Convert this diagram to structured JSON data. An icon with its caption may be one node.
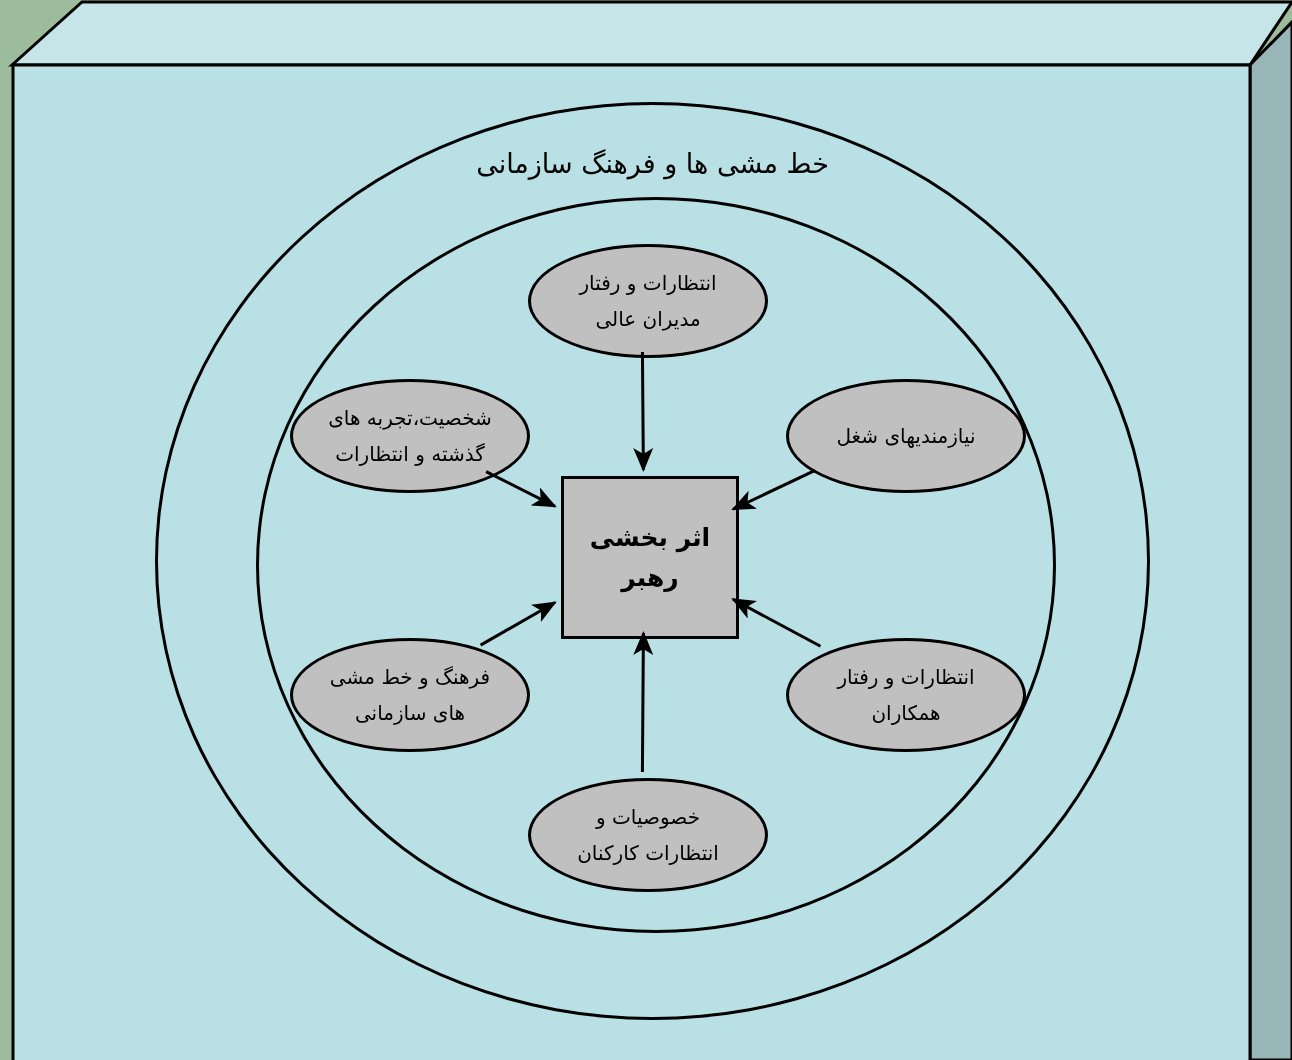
{
  "diagram": {
    "nodes": [
      {
        "text": [],
        "shape": "box"
      },
      {
        "text": [
          "خط مشی ها و فرهنگ سازمانی"
        ],
        "in": 0
      },
      {
        "text": [],
        "shape": "circle",
        "in": 1
      },
      {
        "text": [
          "اثر بخشی رهبر"
        ],
        "in": 2
      },
      {
        "text": [
          "انتظارات و رفتار مدیران عالی"
        ],
        "in": 2
      },
      {
        "text": [
          "نیازمندیهای شغل"
        ],
        "in": 2
      },
      {
        "text": [
          "شخصیت،تجربه های گذشته و انتظارات"
        ],
        "in": 2
      },
      {
        "text": [
          "انتظارات و رفتار همکاران"
        ],
        "in": 2
      },
      {
        "text": [
          "فرهنگ و خط مشی های سازمانی"
        ],
        "in": 2
      },
      {
        "text": [
          "خصوصیات و انتظارات کارکنان"
        ],
        "in": 2
      }
    ],
    "edges": [
      {
        "from": 4,
        "to": 3,
        "arrow": "to"
      },
      {
        "from": 5,
        "to": 3,
        "arrow": "to"
      },
      {
        "from": 6,
        "to": 3,
        "arrow": "to"
      },
      {
        "from": 7,
        "to": 3,
        "arrow": "to"
      },
      {
        "from": 8,
        "to": 3,
        "arrow": "to"
      },
      {
        "from": 9,
        "to": 3,
        "arrow": "to"
      }
    ]
  }
}
